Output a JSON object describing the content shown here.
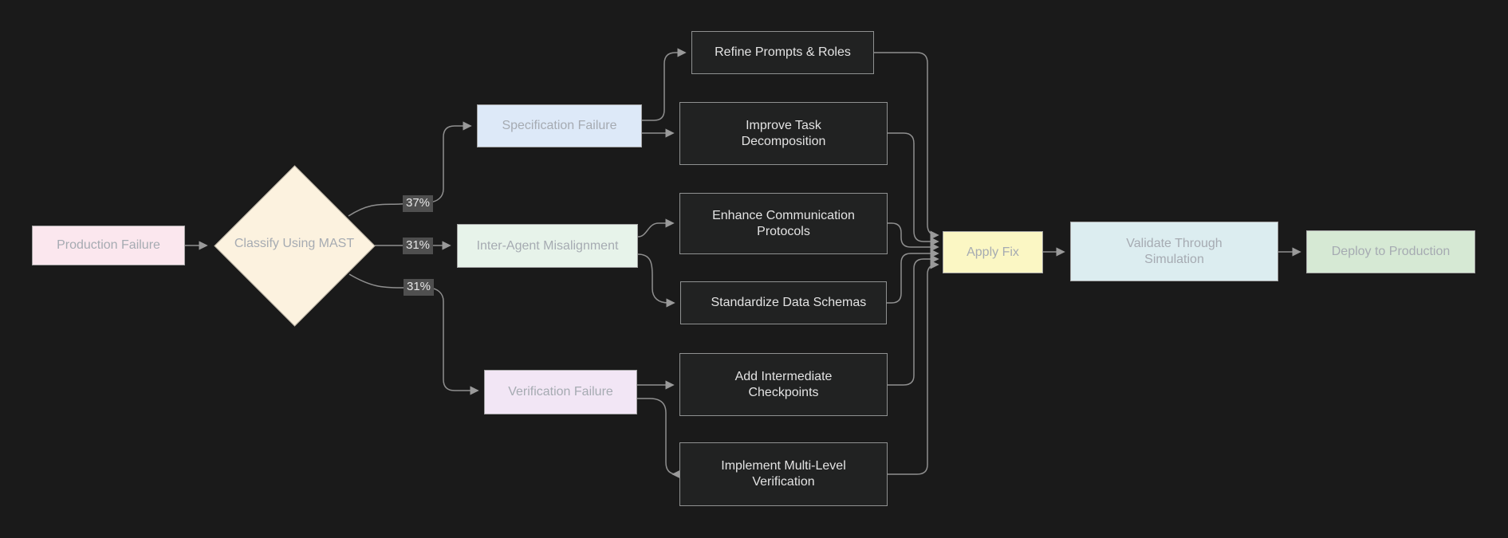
{
  "diagram": {
    "title": "Multi-agent failure classification and fix flowchart",
    "nodes": {
      "production_failure": "Production Failure",
      "classify": "Classify Using MAST",
      "specification_failure": "Specification Failure",
      "inter_agent_misalignment": "Inter-Agent Misalignment",
      "verification_failure": "Verification Failure",
      "refine_prompts": "Refine Prompts & Roles",
      "improve_task_decomposition": "Improve Task Decomposition",
      "enhance_communication": "Enhance Communication Protocols",
      "standardize_schemas": "Standardize Data Schemas",
      "add_checkpoints": "Add Intermediate Checkpoints",
      "multi_level_verification": "Implement Multi-Level Verification",
      "apply_fix": "Apply Fix",
      "validate_simulation": "Validate Through Simulation",
      "deploy_production": "Deploy to Production"
    },
    "edge_labels": {
      "specification_pct": "37%",
      "inter_agent_pct": "31%",
      "verification_pct": "31%"
    },
    "colors": {
      "background": "#1a1a1a",
      "edge_line": "#8f8f8f",
      "edge_label_bg": "#4f4f4f",
      "edge_label_text": "#e6e6e6",
      "node_pink": "#fbe7ee",
      "node_cream": "#fcf2df",
      "node_blue": "#dde9f8",
      "node_mint": "#e7f3ea",
      "node_lavender": "#f2e6f5",
      "node_yellow": "#fbf7c4",
      "node_cyan": "#dcedf0",
      "node_green": "#d6e9d4",
      "node_dark_fill": "#212222",
      "node_dark_border": "#8f9191",
      "dark_node_text": "#e3e3e3",
      "light_node_text": "#a6abb2"
    }
  }
}
